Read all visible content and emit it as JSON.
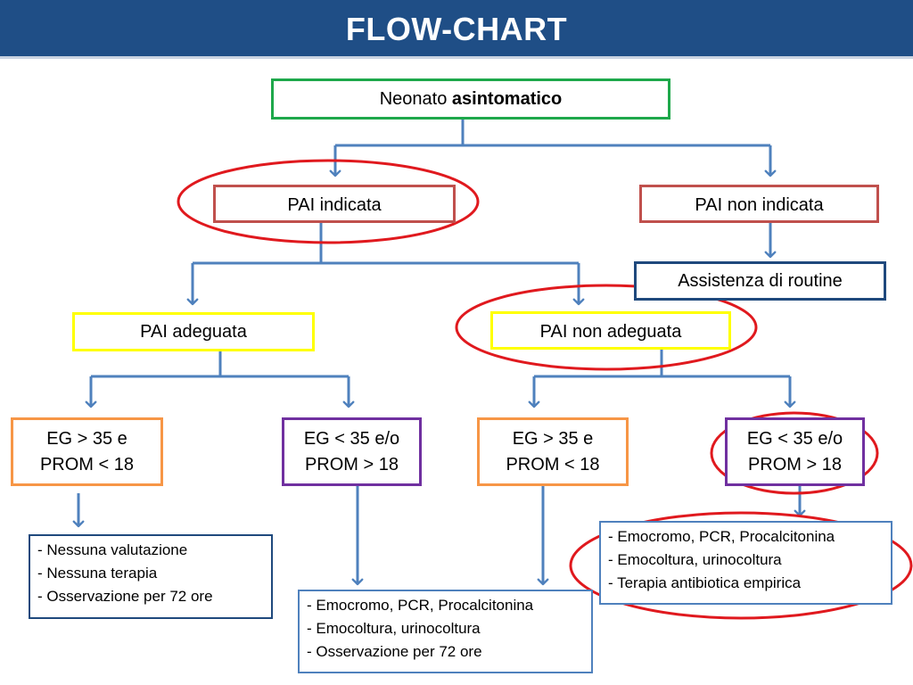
{
  "header": {
    "title": "FLOW-CHART"
  },
  "colors": {
    "header_bg": "#1f4e86",
    "connector": "#4f81bd",
    "ellipse": "#e0191e",
    "green": "#1ea84b",
    "red_box": "#c0504d",
    "navy": "#1f497d",
    "yellow": "#ffff00",
    "orange": "#f79646",
    "purple": "#7030a0",
    "blue_box": "#4f81bd"
  },
  "nodes": {
    "root": {
      "text_normal": "Neonato ",
      "text_bold": "asintomatico"
    },
    "pai_indicata": "PAI indicata",
    "pai_non_indicata": "PAI non indicata",
    "assistenza": "Assistenza di routine",
    "pai_adeguata": "PAI adeguata",
    "pai_non_adeguata": "PAI non adeguata",
    "eg1": {
      "line1": "EG > 35 e",
      "line2": "PROM < 18"
    },
    "eg2": {
      "line1": "EG < 35 e/o",
      "line2": "PROM > 18"
    },
    "eg3": {
      "line1": "EG > 35 e",
      "line2": "PROM < 18"
    },
    "eg4": {
      "line1": "EG < 35 e/o",
      "line2": "PROM > 18"
    }
  },
  "outcomes": {
    "left": [
      "- Nessuna valutazione",
      "- Nessuna terapia",
      "- Osservazione per 72 ore"
    ],
    "middle": [
      "- Emocromo, PCR, Procalcitonina",
      "- Emocoltura, urinocoltura",
      "- Osservazione per 72 ore"
    ],
    "right": [
      "- Emocromo, PCR, Procalcitonina",
      "- Emocoltura, urinocoltura",
      "- Terapia antibiotica empirica"
    ]
  }
}
